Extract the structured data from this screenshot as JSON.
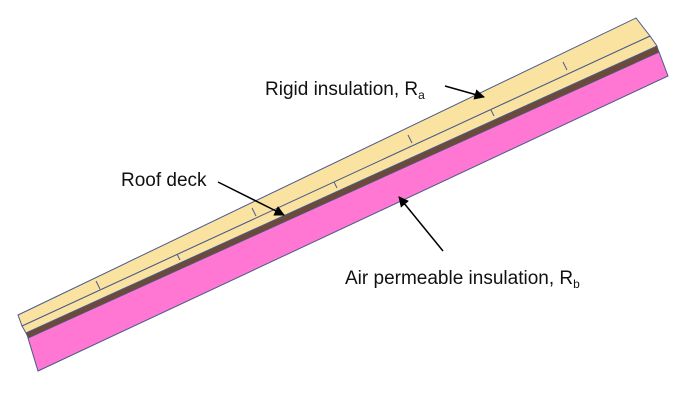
{
  "labels": {
    "rigid": {
      "text": "Rigid insulation, R",
      "sub": "a"
    },
    "deck": {
      "text": "Roof deck"
    },
    "air": {
      "text": "Air permeable insulation, R",
      "sub": "b"
    }
  },
  "colors": {
    "rigid_insulation": "#FAE3A0",
    "roof_deck": "#6B4A3A",
    "air_permeable_insulation": "#FF77D3",
    "outline": "#4A5A8A",
    "arrow": "#000000"
  }
}
